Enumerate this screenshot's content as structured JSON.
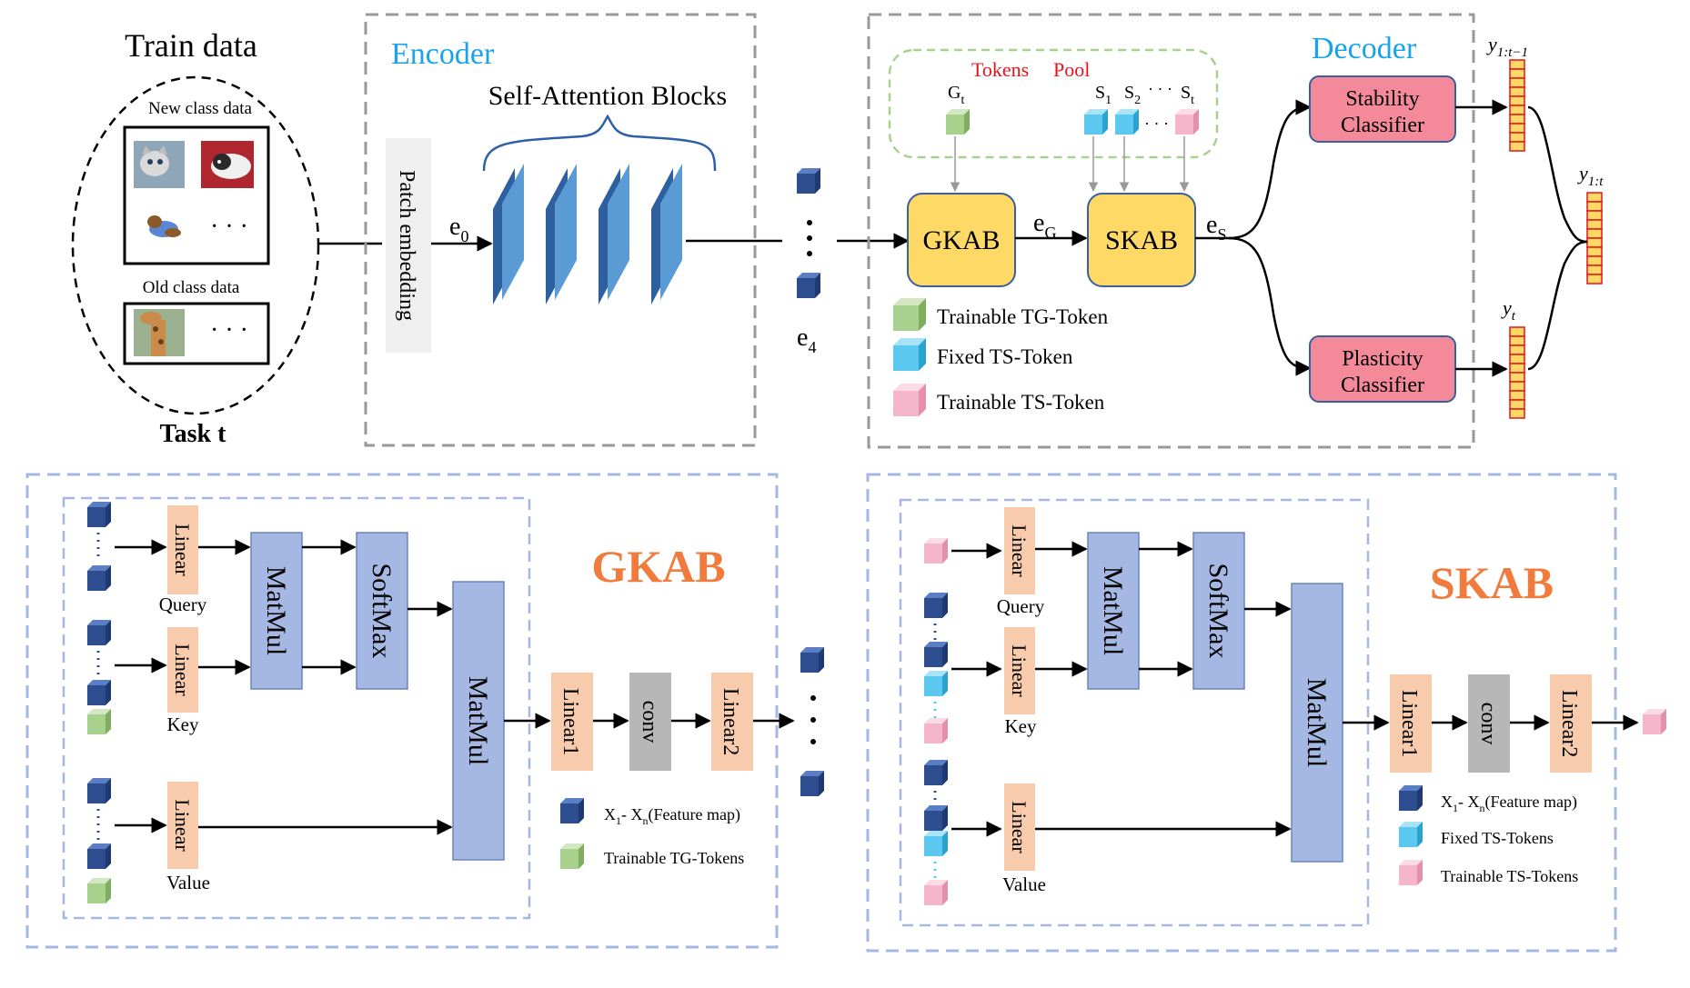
{
  "train": {
    "title": "Train data",
    "new_class": "New class data",
    "old_class": "Old class data",
    "ellipsis": "· · ·",
    "task": "Task t"
  },
  "encoder": {
    "title": "Encoder",
    "patch": "Patch embedding",
    "sab": "Self-Attention Blocks",
    "e0": "e",
    "e0_sub": "0",
    "e4": "e",
    "e4_sub": "4"
  },
  "decoder": {
    "title": "Decoder",
    "tokens": "Tokens",
    "pool": "Pool",
    "g": "G",
    "g_sub": "t",
    "s1": "S",
    "s1_sub": "1",
    "s2": "S",
    "s2_sub": "2",
    "st": "S",
    "st_sub": "t",
    "dots": "· · ·",
    "gkab": "GKAB",
    "skab": "SKAB",
    "eg": "e",
    "eg_sub": "G",
    "es": "e",
    "es_sub": "S",
    "stability_1": "Stability",
    "stability_2": "Classifier",
    "plasticity_1": "Plasticity",
    "plasticity_2": "Classifier",
    "legend_tg": "Trainable TG-Token",
    "legend_fixed": "Fixed TS-Token",
    "legend_ts": "Trainable TS-Token",
    "y_old": "y",
    "y_old_sub": "1:t−1",
    "y_all": "y",
    "y_all_sub": "1:t",
    "y_new": "y",
    "y_new_sub": "t"
  },
  "gkab_detail": {
    "title": "GKAB",
    "linear": "Linear",
    "query": "Query",
    "key": "Key",
    "value": "Value",
    "matmul": "MatMul",
    "softmax": "SoftMax",
    "linear1": "Linear1",
    "conv": "conv",
    "linear2": "Linear2",
    "legend_feat": "X",
    "legend_feat_sub1": "1",
    "legend_feat_mid": "- X",
    "legend_feat_sub2": "n",
    "legend_feat_end": "(Feature map)",
    "legend_tg": "Trainable TG-Tokens"
  },
  "skab_detail": {
    "title": "SKAB",
    "linear": "Linear",
    "query": "Query",
    "key": "Key",
    "value": "Value",
    "matmul": "MatMul",
    "softmax": "SoftMax",
    "linear1": "Linear1",
    "conv": "conv",
    "linear2": "Linear2",
    "legend_feat": "X",
    "legend_feat_sub1": "1",
    "legend_feat_mid": "- X",
    "legend_feat_sub2": "n",
    "legend_feat_end": "(Feature map)",
    "legend_fixed": "Fixed TS-Tokens",
    "legend_ts": "Trainable TS-Tokens"
  },
  "colors": {
    "encoder_title": "#1aa3e8",
    "decoder_title": "#1aa3e8",
    "pool_text": "#e8141c",
    "gkab_title": "#f07b3c",
    "skab_title": "#f07b3c",
    "block_blue": "#5b9bd5",
    "yellow_box": "#ffd966",
    "pink_box": "#f4899a",
    "linear_box": "#f8cbad",
    "matmul_box": "#a4b8e3",
    "conv_box": "#b7b7b7",
    "dark_token": "#2e4d8f",
    "green_token": "#a9d18e",
    "cyan_token": "#5bc8ef",
    "pink_token": "#f5b6cb"
  }
}
